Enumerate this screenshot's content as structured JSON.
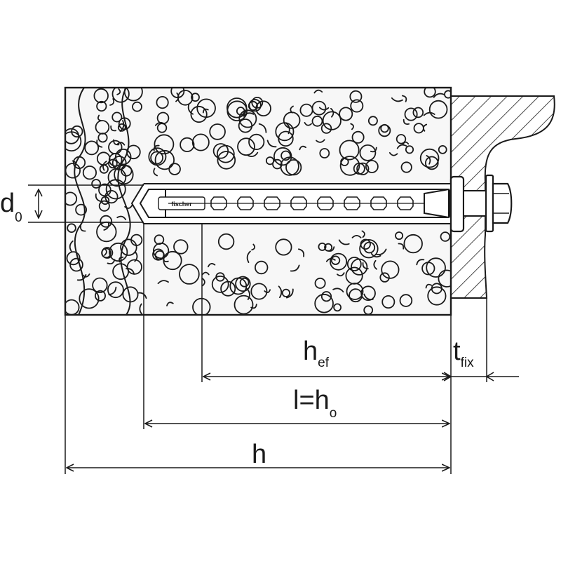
{
  "diagram": {
    "labels": {
      "d_main": "d",
      "d_sub": "0",
      "hef_main": "h",
      "hef_sub": "ef",
      "tfix_main": "t",
      "tfix_sub": "fix",
      "l_main": "l=h",
      "l_sub": "o",
      "h_main": "h"
    },
    "anchor_brand": "fischer",
    "colors": {
      "line": "#1a1a1a",
      "concrete": "#f7f7f7",
      "background": "#ffffff"
    }
  }
}
